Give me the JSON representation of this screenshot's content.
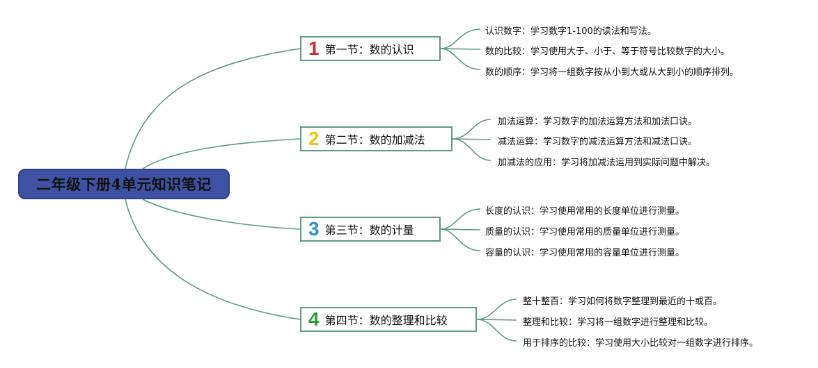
{
  "root": {
    "label": "二年级下册4单元知识笔记"
  },
  "colors": {
    "line": "#5b9a84",
    "root_bg": "#3f51a3"
  },
  "sections": [
    {
      "num": "1",
      "num_color": "#d12b36",
      "label": "第一节：数的认识",
      "items": [
        "认识数字：学习数字1-100的读法和写法。",
        "数的比较：学习使用大于、小于、等于符号比较数字的大小。",
        "数的顺序：学习将一组数字按从小到大或从大到小的顺序排列。"
      ]
    },
    {
      "num": "2",
      "num_color": "#f0c419",
      "label": "第二节：数的加减法",
      "items": [
        "加法运算：学习数字的加法运算方法和加法口诀。",
        "减法运算：学习数字的减法运算方法和减法口诀。",
        "加减法的应用：学习将加减法运用到实际问题中解决。"
      ]
    },
    {
      "num": "3",
      "num_color": "#2a8fd6",
      "label": "第三节：数的计量",
      "items": [
        "长度的认识：学习使用常用的长度单位进行测量。",
        "质量的认识：学习使用常用的质量单位进行测量。",
        "容量的认识：学习使用常用的容量单位进行测量。"
      ]
    },
    {
      "num": "4",
      "num_color": "#2a9a3c",
      "label": "第四节：数的整理和比较",
      "items": [
        "整十整百：学习如何将数字整理到最近的十或百。",
        "整理和比较：学习将一组数字进行整理和比较。",
        "用于排序的比较：学习使用大小比较对一组数字进行排序。"
      ]
    }
  ]
}
